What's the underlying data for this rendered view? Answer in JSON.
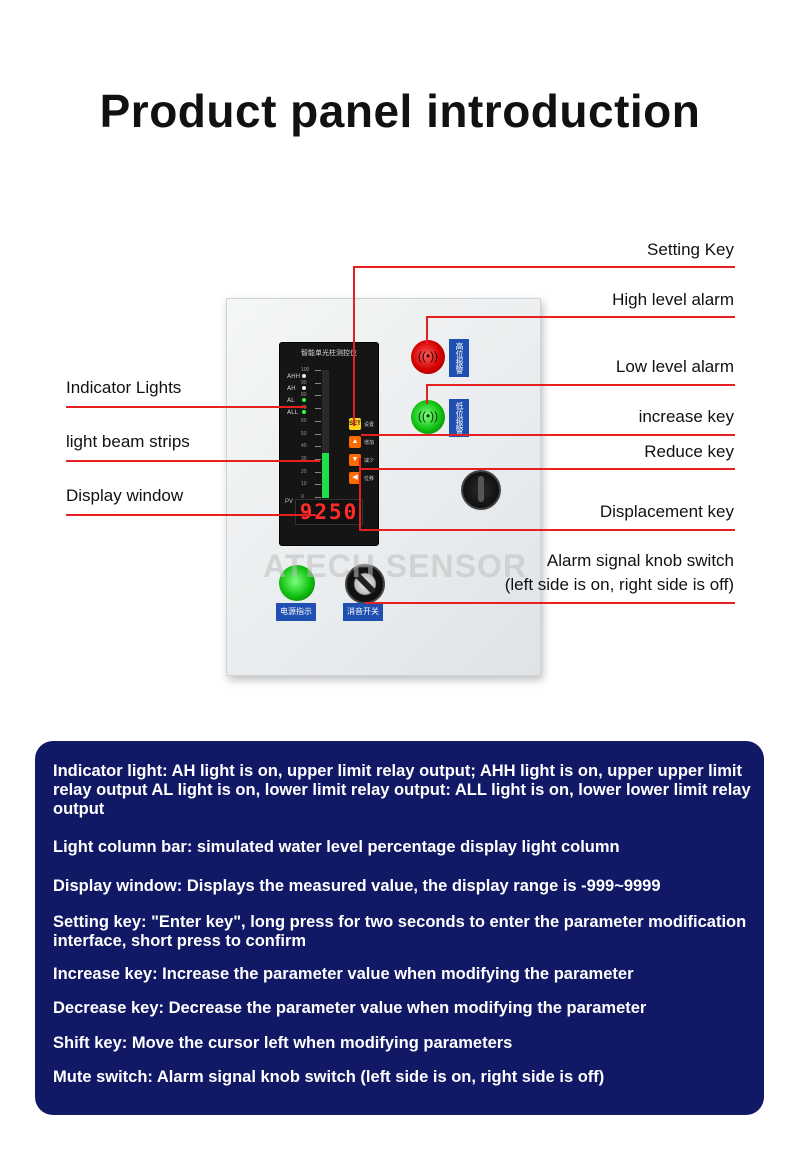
{
  "title": "Product panel introduction",
  "watermark": "ATECH SENSOR",
  "labels": {
    "setting_key": "Setting Key",
    "high_level_alarm": "High level alarm",
    "low_level_alarm": "Low level alarm",
    "increase_key": "increase key",
    "reduce_key": "Reduce key",
    "displacement_key": "Displacement key",
    "alarm_knob_line1": "Alarm signal knob switch",
    "alarm_knob_line2": "(left side is on, right side is off)",
    "indicator_lights": "Indicator Lights",
    "light_beam_strips": "light beam strips",
    "display_window": "Display window"
  },
  "meter": {
    "title": "智能单光柱测控仪",
    "indicators": [
      "AHH",
      "AH",
      "AL",
      "ALL"
    ],
    "scale": [
      "100",
      "90",
      "80",
      "70",
      "60",
      "50",
      "40",
      "30",
      "20",
      "10",
      "0"
    ],
    "bar_level_percent": 35,
    "keys": [
      "SET",
      "▲",
      "▼",
      "◀"
    ],
    "key_captions": [
      "设置",
      "增加",
      "减少",
      "位移"
    ],
    "pv_label": "PV",
    "display_value": "9250"
  },
  "panel": {
    "high_alarm_plate": "高位报警",
    "low_alarm_plate": "低位报警",
    "power_plate": "电源指示",
    "mute_plate": "消音开关"
  },
  "info": {
    "lines": [
      "Indicator light: AH light is on, upper limit relay output; AHH light is on, upper upper limit relay output AL light is on, lower limit relay output: ALL light is on, lower lower limit relay output",
      "Light column bar: simulated water level percentage display light column",
      "Display window: Displays the measured value, the display range is -999~9999",
      "Setting key: \"Enter key\", long press for two seconds to enter the parameter modification interface, short press to confirm",
      "Increase key: Increase the parameter value when modifying the parameter",
      "Decrease key: Decrease the parameter value when modifying the parameter",
      "Shift key: Move the cursor left when modifying parameters",
      "Mute switch: Alarm signal knob switch (left side is on, right side is off)"
    ]
  },
  "colors": {
    "leader": "#e52020",
    "info_bg": "#111865",
    "red_lamp": "#d40000",
    "green_lamp": "#10c010",
    "key_orange": "#ff6a00",
    "key_yellow": "#ffd21a",
    "plate_blue": "#1f4fb0",
    "bar_green": "#1fe04a",
    "display_red": "#ff2a2a"
  }
}
